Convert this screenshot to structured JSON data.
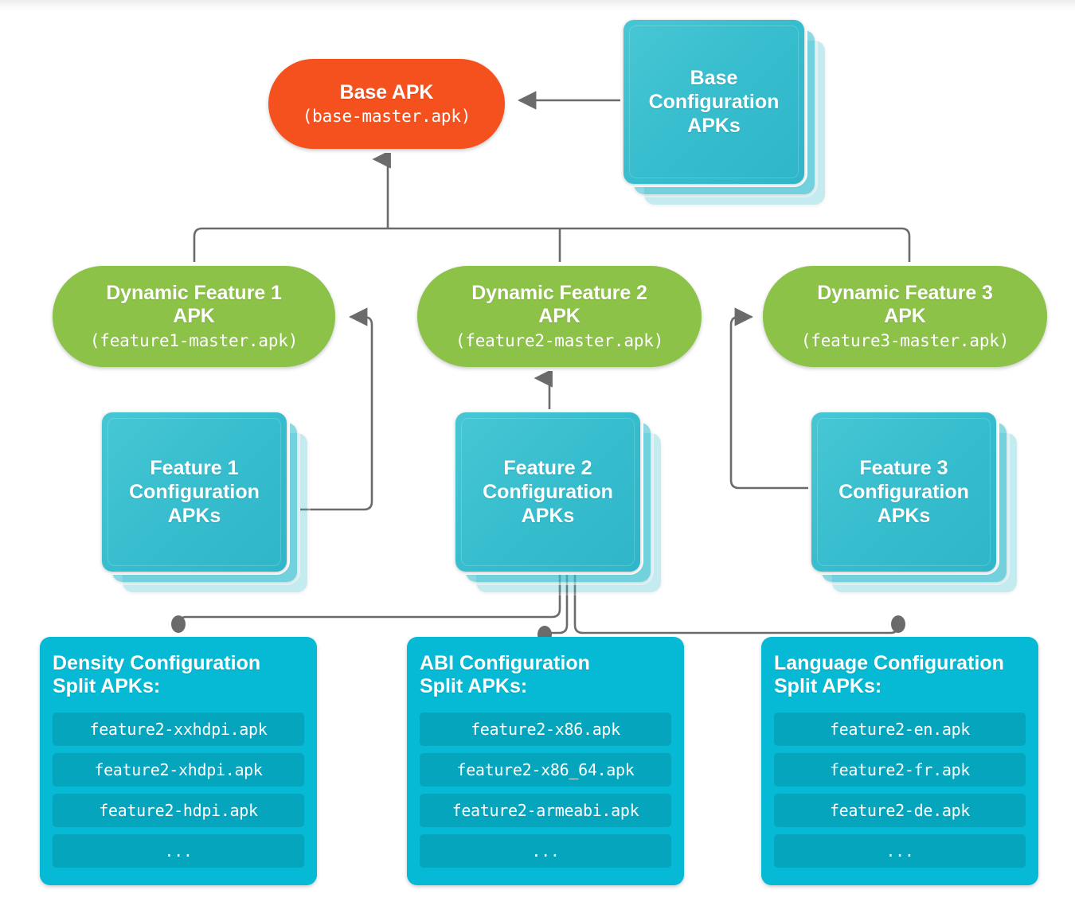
{
  "diagram": {
    "title": "Android App Bundle split APK structure",
    "colors": {
      "base_apk": "#f4511e",
      "dynamic_feature_apk": "#8cc247",
      "configuration_apk_card": "#3bbfd0",
      "split_apk_box": "#06bad5",
      "split_apk_row": "#04a5bd",
      "connector": "#6b6b6b",
      "background": "#ffffff"
    }
  },
  "nodes": {
    "base_apk": {
      "title": "Base APK",
      "filename": "(base-master.apk)"
    },
    "base_config_apks": {
      "label": "Base\nConfiguration\nAPKs"
    },
    "dynamic_feature_1": {
      "title": "Dynamic Feature 1\nAPK",
      "filename": "(feature1-master.apk)"
    },
    "dynamic_feature_2": {
      "title": "Dynamic Feature 2\nAPK",
      "filename": "(feature2-master.apk)"
    },
    "dynamic_feature_3": {
      "title": "Dynamic Feature 3\nAPK",
      "filename": "(feature3-master.apk)"
    },
    "feature_1_config_apks": {
      "label": "Feature 1\nConfiguration\nAPKs"
    },
    "feature_2_config_apks": {
      "label": "Feature 2\nConfiguration\nAPKs"
    },
    "feature_3_config_apks": {
      "label": "Feature 3\nConfiguration\nAPKs"
    }
  },
  "split_boxes": [
    {
      "id": "density",
      "title": "Density Configuration\nSplit APKs:",
      "rows": [
        "feature2-xxhdpi.apk",
        "feature2-xhdpi.apk",
        "feature2-hdpi.apk",
        "..."
      ]
    },
    {
      "id": "abi",
      "title": "ABI Configuration\nSplit APKs:",
      "rows": [
        "feature2-x86.apk",
        "feature2-x86_64.apk",
        "feature2-armeabi.apk",
        "..."
      ]
    },
    {
      "id": "language",
      "title": "Language Configuration\nSplit APKs:",
      "rows": [
        "feature2-en.apk",
        "feature2-fr.apk",
        "feature2-de.apk",
        "..."
      ]
    }
  ]
}
